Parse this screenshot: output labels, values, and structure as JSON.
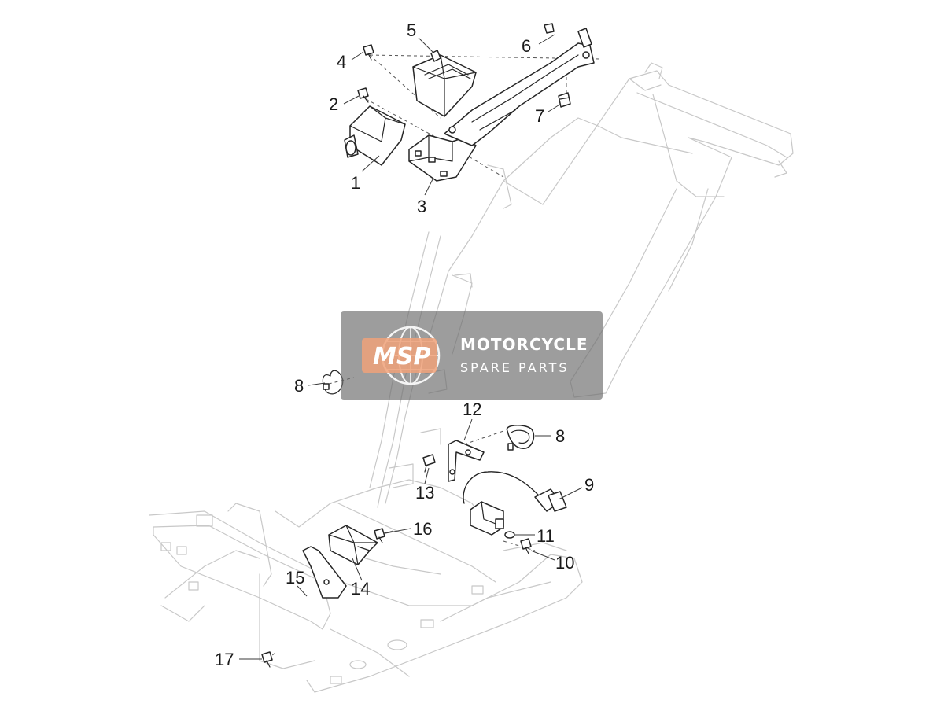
{
  "callouts": [
    {
      "id": "1",
      "label": "1"
    },
    {
      "id": "2",
      "label": "2"
    },
    {
      "id": "3",
      "label": "3"
    },
    {
      "id": "4",
      "label": "4"
    },
    {
      "id": "5",
      "label": "5"
    },
    {
      "id": "6",
      "label": "6"
    },
    {
      "id": "7",
      "label": "7"
    },
    {
      "id": "8a",
      "label": "8"
    },
    {
      "id": "8b",
      "label": "8"
    },
    {
      "id": "9",
      "label": "9"
    },
    {
      "id": "10",
      "label": "10"
    },
    {
      "id": "11",
      "label": "11"
    },
    {
      "id": "12",
      "label": "12"
    },
    {
      "id": "13",
      "label": "13"
    },
    {
      "id": "14",
      "label": "14"
    },
    {
      "id": "15",
      "label": "15"
    },
    {
      "id": "16",
      "label": "16"
    },
    {
      "id": "17",
      "label": "17"
    }
  ],
  "watermark": {
    "logo_text": "MSP",
    "title": "MOTORCYCLE",
    "subtitle": "SPARE PARTS",
    "box_color": "#6e6e6e",
    "accent_color": "#f0a27a"
  }
}
